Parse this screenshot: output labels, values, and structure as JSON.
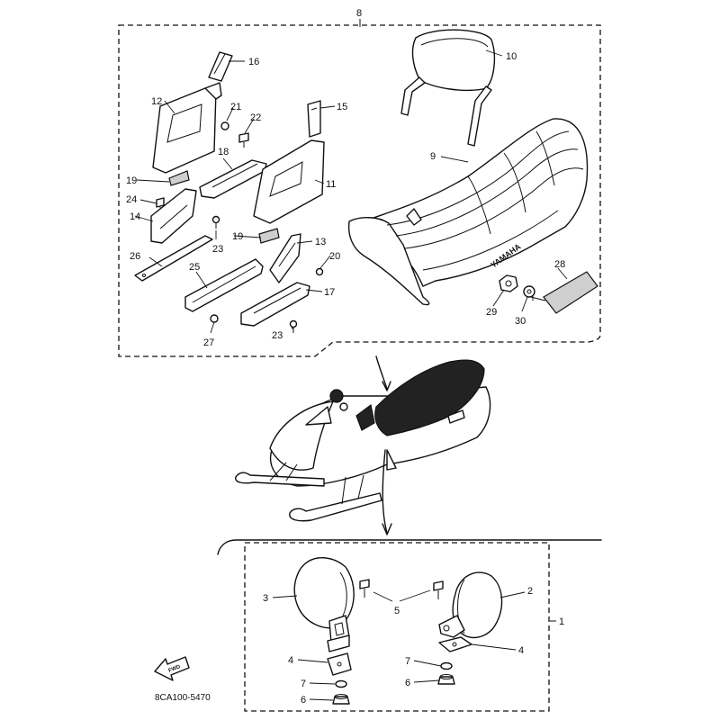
{
  "callouts": {
    "c1": "1",
    "c2": "2",
    "c3": "3",
    "c4a": "4",
    "c4b": "4",
    "c5": "5",
    "c6a": "6",
    "c6b": "6",
    "c7a": "7",
    "c7b": "7",
    "c8": "8",
    "c9": "9",
    "c10": "10",
    "c11": "11",
    "c12": "12",
    "c13": "13",
    "c14": "14",
    "c15": "15",
    "c16": "16",
    "c17": "17",
    "c18": "18",
    "c19a": "19",
    "c19b": "19",
    "c20": "20",
    "c21": "21",
    "c22": "22",
    "c23a": "23",
    "c23b": "23",
    "c24": "24",
    "c25": "25",
    "c26": "26",
    "c27": "27",
    "c28": "28",
    "c29": "29",
    "c30": "30"
  },
  "seat_brand": "YAMAHA",
  "forward_marker": "FWD",
  "diagram_code": "8CA100-5470"
}
